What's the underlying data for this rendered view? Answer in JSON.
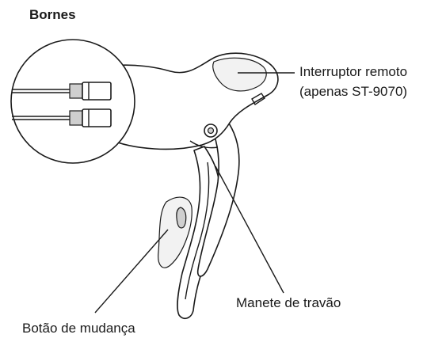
{
  "labels": {
    "terminals": "Bornes",
    "remote_switch_line1": "Interruptor remoto",
    "remote_switch_line2": "(apenas ST-9070)",
    "brake_lever": "Manete de travão",
    "shift_button": "Botão de mudança"
  }
}
